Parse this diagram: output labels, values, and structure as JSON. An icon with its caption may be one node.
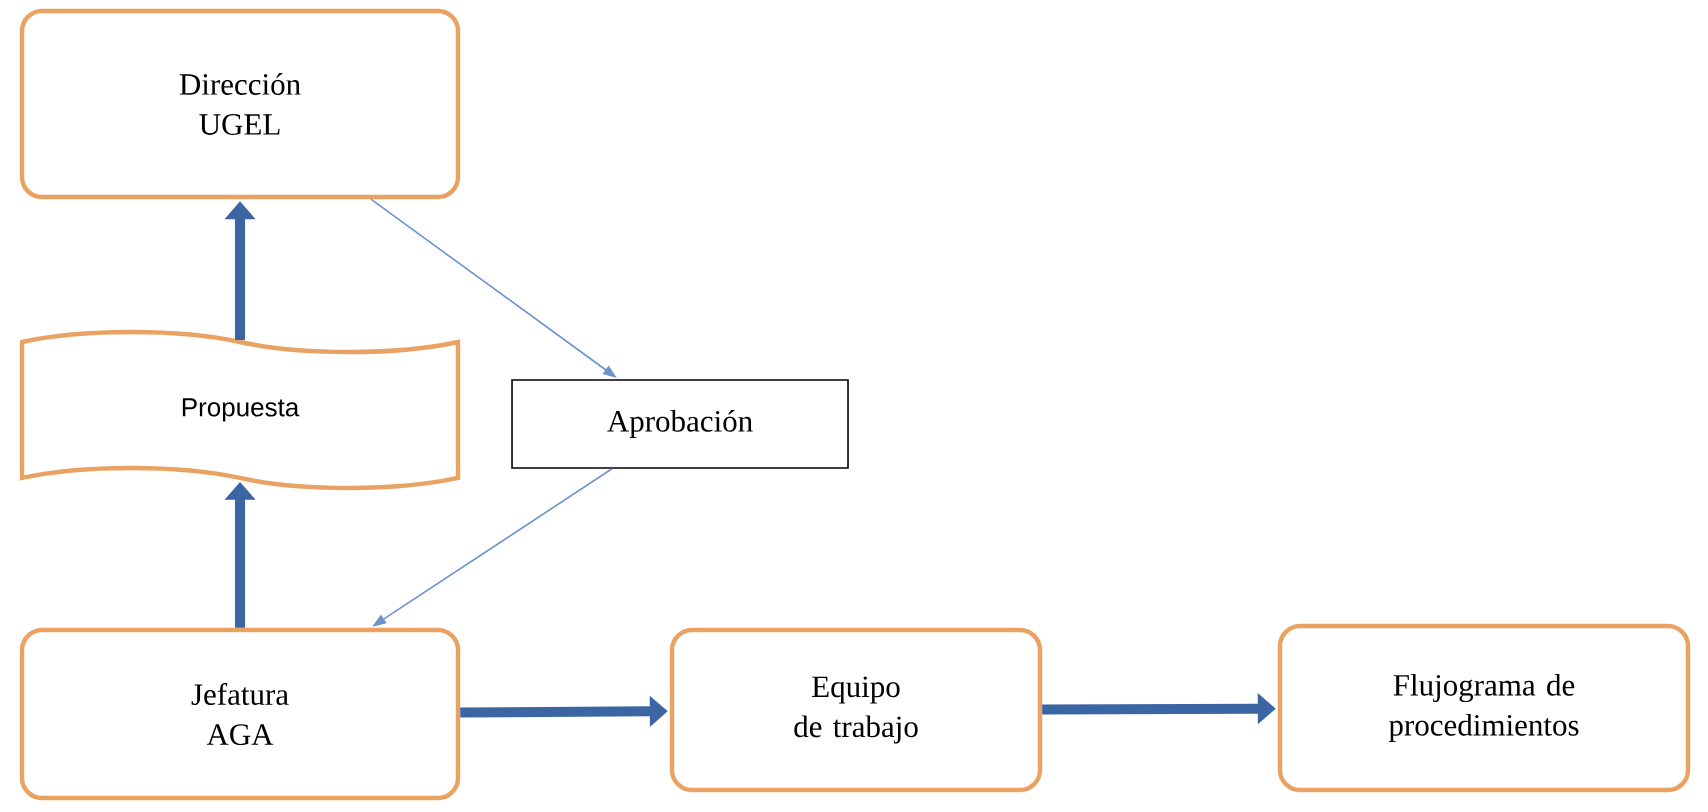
{
  "diagram": {
    "nodes": [
      {
        "text": [
          "Dirección UGEL"
        ]
      },
      {
        "text": [
          "Propuesta"
        ]
      },
      {
        "text": [
          "Aprobación"
        ]
      },
      {
        "text": [
          "Jefatura AGA"
        ]
      },
      {
        "text": [
          "Equipo de trabajo"
        ]
      },
      {
        "text": [
          "Flujograma de procedimientos"
        ]
      }
    ],
    "edges": [
      {
        "from": 1,
        "to": 0,
        "arrow": "to"
      },
      {
        "from": 0,
        "to": 2,
        "arrow": "to",
        "color": "#6b93cc"
      },
      {
        "from": 2,
        "to": 3,
        "arrow": "to",
        "color": "#6b93cc"
      },
      {
        "from": 3,
        "to": 1,
        "arrow": "to"
      },
      {
        "from": 3,
        "to": 4,
        "arrow": "to"
      },
      {
        "from": 4,
        "to": 5,
        "arrow": "to"
      }
    ]
  }
}
